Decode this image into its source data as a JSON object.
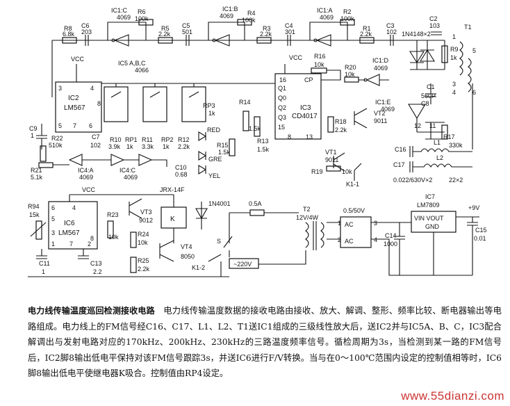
{
  "title": "电力线传输温度巡回检测接收电路",
  "description": "电力线传输温度数据的接收电路由接收、放大、解调、整形、频率比较、断电器输出等电路组成。电力线上的FM信号经C16、C17、L1、L2、T1送IC1组成的三级线性放大后，送IC2并与IC5A、B、C，IC3配合解调出与发射电路对应的170kHz、200kHz、230kHz的三路温度频率信号。循检周期为3s，当检测到某一路的FM信号后，IC2脚8输出低电平保持对该FM信号跟踪3s，并送IC6进行F/V转换。当与在0～100℃范围内设定的控制值相等时，IC6脚8输出低电平使继电器K吸合。控制值由RP4设定。",
  "watermark": "www.55dianzi.com",
  "labels": {
    "ic1c": "IC1:C",
    "ic1c_t": "4069",
    "ic1b": "IC1:B",
    "ic1b_t": "4069",
    "ic1a": "IC1:A",
    "ic1a_t": "4069",
    "r8": "R8",
    "r8v": "6.8k",
    "c6": "C6",
    "c6v": "203",
    "r6": "R6",
    "r6v": "100k",
    "r5": "R5",
    "r5v": "2.2k",
    "c5": "C5",
    "c5v": "501",
    "r4": "R4",
    "r4v": "100k",
    "r3": "R3",
    "r3v": "2.2k",
    "c4": "C4",
    "c4v": "301",
    "r2": "R2",
    "r2v": "100k",
    "r1": "R1",
    "r1v": "2.2k",
    "c3": "C3",
    "c3v": "102",
    "d12": "1N4148×2",
    "c2": "C2",
    "c2v": "103",
    "t1": "T1",
    "r9": "R9",
    "r9v": "1k",
    "vcc1": "VCC",
    "ic5": "IC5 A,B,C",
    "ic5t": "4066",
    "ic2": "IC2",
    "ic2t": "LM567",
    "vcc2": "VCC",
    "r16": "R16",
    "r16v": "10k",
    "ic3": "IC3",
    "ic3t": "CD4017",
    "cp": "CP",
    "r20": "R20",
    "r20v": "10k",
    "ic1d": "IC1:D",
    "ic1d_t": "4069",
    "c1": "C1",
    "c1v": "560P",
    "ic1e": "IC1:E",
    "ic1e_t": "4069",
    "c8": "C8",
    "r17": "R17",
    "r17v": "330k",
    "rp3": "RP3",
    "rp3v": "1k",
    "red": "RED",
    "r14": "R14",
    "r14v": "1.5k",
    "r13": "R13",
    "r13v": "1.5k",
    "r18": "R18",
    "r18v": "2.2k",
    "vt2": "VT2",
    "vt2t": "9011",
    "c9": "C9",
    "c9v": "1",
    "r22": "R22",
    "r22v": "510k",
    "r10": "R10",
    "r10v": "3.9k",
    "rp1": "RP1",
    "rp1v": "1k",
    "r11": "R11",
    "r11v": "3.3k",
    "rp2": "RP2",
    "rp2v": "1k",
    "r12": "R12",
    "r12v": "2.2k",
    "c7": "C7",
    "c7v": "102",
    "r15": "R15",
    "r15v": "1.5k",
    "gre": "GRE",
    "yel": "YEL",
    "r21": "R21",
    "r21v": "5.1k",
    "ic4a": "IC4:A",
    "ic4a_t": "4069",
    "ic4c": "IC4:C",
    "ic4c_t": "4069",
    "c10": "C10",
    "c10v": "0.68",
    "vt1": "VT1",
    "vt1t": "9011",
    "r19": "R19",
    "r19v": "10k",
    "k11": "K1-1",
    "c16": "C16",
    "l1": "L1",
    "c17": "C17",
    "l2": "L2",
    "l2v": "22×2",
    "c1617": "0.022/630V×2",
    "vcc3": "VCC",
    "jrx": "JRX-14F",
    "r94": "R94",
    "r94v": "15k",
    "ic6": "IC6",
    "ic6t": "LM567",
    "r23": "R23",
    "r23v": "10k",
    "vt3": "VT3",
    "vt3t": "9012",
    "r24": "R24",
    "r24v": "10k",
    "k": "K",
    "vt4": "VT4",
    "vt4t": "8050",
    "r25": "R25",
    "r25v": "2.2k",
    "c11": "C11",
    "c11v": "1",
    "c13": "C13",
    "c13v": "2.2",
    "k12": "K1-2",
    "d4001": "1N4001",
    "fuse": "0.5A",
    "t2": "T2",
    "t2v": "12V/4W",
    "br": "0.5/50V",
    "s": "S",
    "v220": "~220V",
    "ic7": "IC7",
    "ic7t": "LM7809",
    "vin": "VIN VOUT",
    "gnd": "GND",
    "p9v": "+9V",
    "c14": "C14",
    "c14v": "1000",
    "c15": "C15",
    "c15v": "0.01"
  }
}
